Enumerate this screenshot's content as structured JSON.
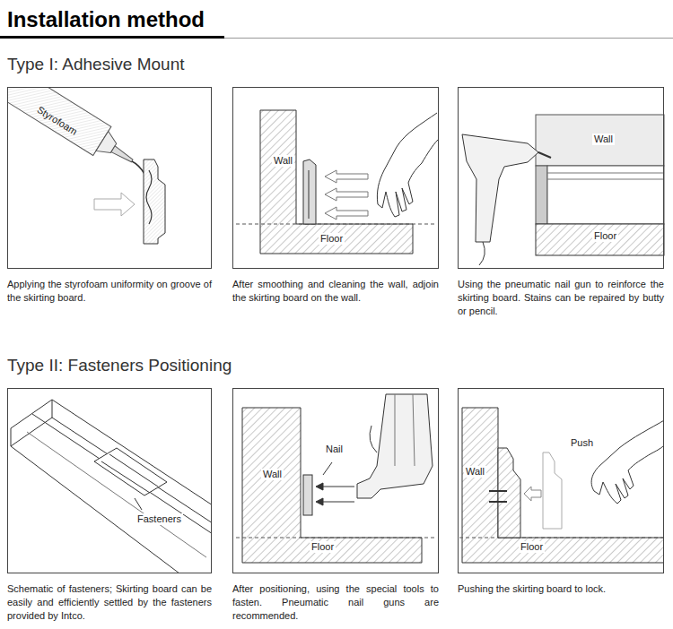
{
  "diagram": {
    "title": "Installation method",
    "nodes": [
      {
        "text": [
          "Styrofoam",
          "Applying the styrofoam uniformity on groove of the skirting board."
        ]
      },
      {
        "text": [
          "Wall",
          "Floor",
          "After smoothing and cleaning the wall, adjoin the skirting board on the wall."
        ]
      },
      {
        "text": [
          "Wall",
          "Floor",
          "Using the pneumatic nail gun to reinforce the skirting board. Stains can be repaired by butty or pencil."
        ]
      },
      {
        "text": [
          "Fasteners",
          "Schematic of fasteners; Skirting board can be easily and efficiently settled by the fasteners provided by Intco."
        ]
      },
      {
        "text": [
          "Wall",
          "Nail",
          "Floor",
          "After positioning, using the special tools to fasten. Pneumatic nail guns are recommended."
        ]
      },
      {
        "text": [
          "Push",
          "Wall",
          "Floor",
          "Pushing the skirting board to lock."
        ]
      }
    ],
    "labels": [
      "Type I: Adhesive Mount",
      "Type II: Fasteners Positioning"
    ]
  }
}
